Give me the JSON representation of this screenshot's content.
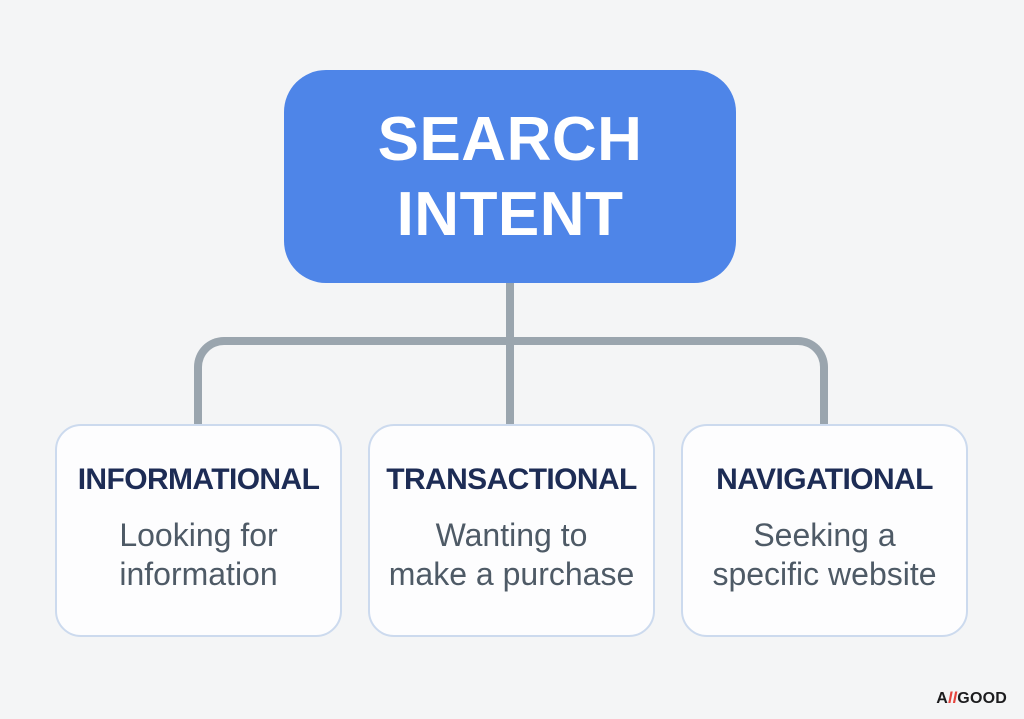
{
  "diagram": {
    "root": {
      "line1": "SEARCH",
      "line2": "INTENT"
    },
    "nodes": [
      {
        "title": "INFORMATIONAL",
        "desc_line1": "Looking for",
        "desc_line2": "information"
      },
      {
        "title": "TRANSACTIONAL",
        "desc_line1": "Wanting to",
        "desc_line2": "make a purchase"
      },
      {
        "title": "NAVIGATIONAL",
        "desc_line1": "Seeking a",
        "desc_line2": "specific website"
      }
    ]
  },
  "branding": {
    "logo_part1": "A",
    "logo_part2": "ll",
    "logo_part3": "GOOD"
  },
  "colors": {
    "background": "#f4f5f6",
    "root_node_fill": "#4e85e8",
    "root_node_text": "#ffffff",
    "connector": "#9aa5ae",
    "card_fill": "#fdfdfe",
    "card_border": "#ccdaee",
    "card_title_text": "#1d2c55",
    "card_body_text": "#4e5a66",
    "logo_black": "#1c1c1e",
    "logo_red": "#e5443e"
  }
}
